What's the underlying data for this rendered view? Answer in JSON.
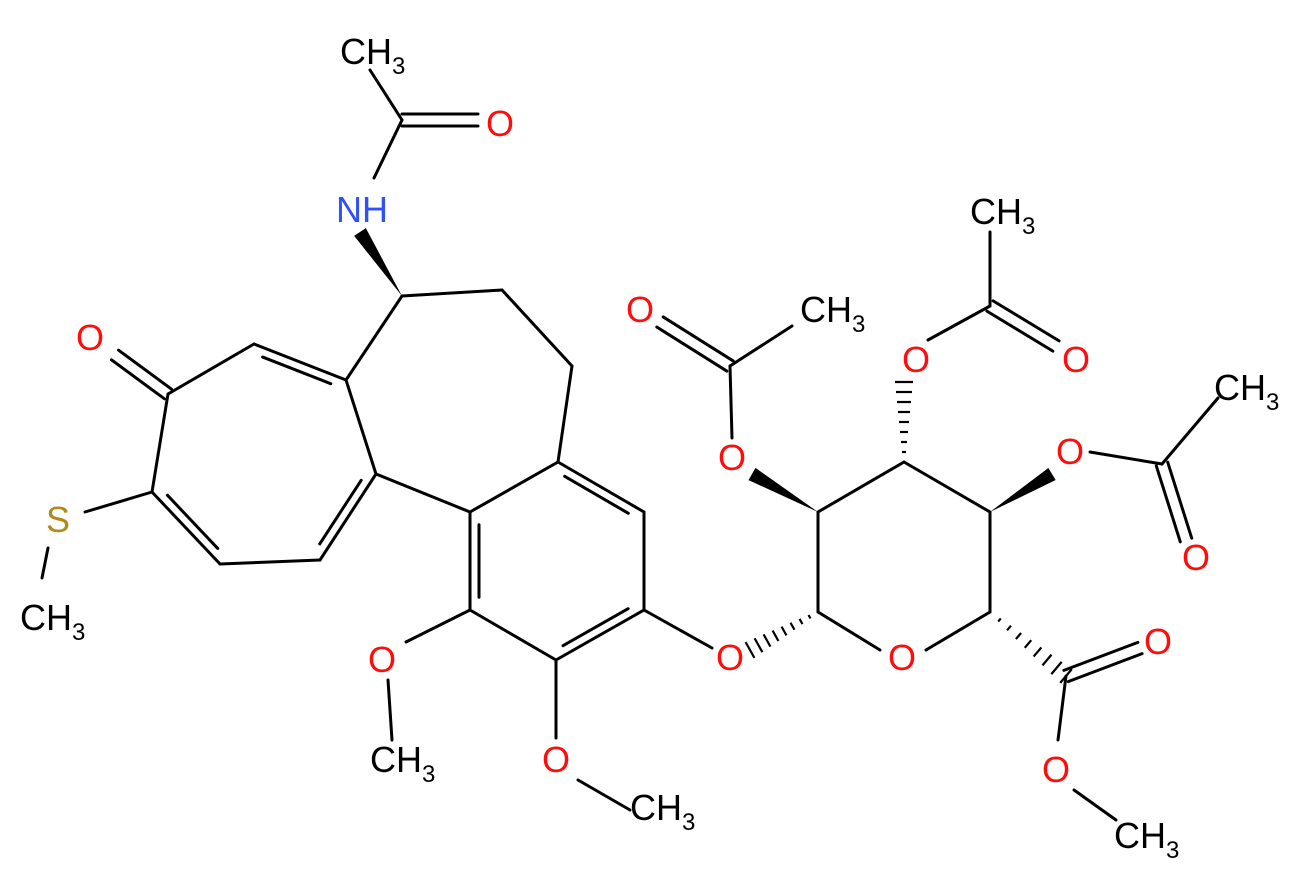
{
  "colors": {
    "bond": "#000000",
    "oxygen": "#ff0d0d",
    "nitrogen": "#3050f8",
    "sulfur": "#b2891a",
    "carbon": "#000000"
  },
  "atoms": [
    {
      "id": "ch3_acetamide",
      "text": "CH",
      "sub": "3",
      "el": "C"
    },
    {
      "id": "o_acetamide",
      "text": "O",
      "el": "O"
    },
    {
      "id": "nh",
      "text": "NH",
      "el": "N"
    },
    {
      "id": "o_ketone",
      "text": "O",
      "el": "O"
    },
    {
      "id": "s_thio",
      "text": "S",
      "el": "S"
    },
    {
      "id": "ch3_thio",
      "text": "CH",
      "sub": "3",
      "el": "C"
    },
    {
      "id": "o_ome1",
      "text": "O",
      "el": "O"
    },
    {
      "id": "ch3_ome1",
      "text": "CH",
      "sub": "3",
      "el": "C"
    },
    {
      "id": "o_ome2",
      "text": "O",
      "el": "O"
    },
    {
      "id": "ch3_ome2",
      "text": "CH",
      "sub": "3",
      "el": "C"
    },
    {
      "id": "o_glyco",
      "text": "O",
      "el": "O"
    },
    {
      "id": "o_ring",
      "text": "O",
      "el": "O"
    },
    {
      "id": "o_ac2_ester",
      "text": "O",
      "el": "O"
    },
    {
      "id": "o_ac2_carbonyl",
      "text": "O",
      "el": "O"
    },
    {
      "id": "ch3_ac2",
      "text": "CH",
      "sub": "3",
      "el": "C"
    },
    {
      "id": "o_ac3_ester",
      "text": "O",
      "el": "O"
    },
    {
      "id": "o_ac3_carbonyl",
      "text": "O",
      "el": "O"
    },
    {
      "id": "ch3_ac3",
      "text": "CH",
      "sub": "3",
      "el": "C"
    },
    {
      "id": "o_ac4_ester",
      "text": "O",
      "el": "O"
    },
    {
      "id": "o_ac4_carbonyl",
      "text": "O",
      "el": "O"
    },
    {
      "id": "ch3_ac4",
      "text": "CH",
      "sub": "3",
      "el": "C"
    },
    {
      "id": "o_ester_carbonyl",
      "text": "O",
      "el": "O"
    },
    {
      "id": "o_ester_alkoxy",
      "text": "O",
      "el": "O"
    },
    {
      "id": "ch3_ester",
      "text": "CH",
      "sub": "3",
      "el": "C"
    }
  ]
}
